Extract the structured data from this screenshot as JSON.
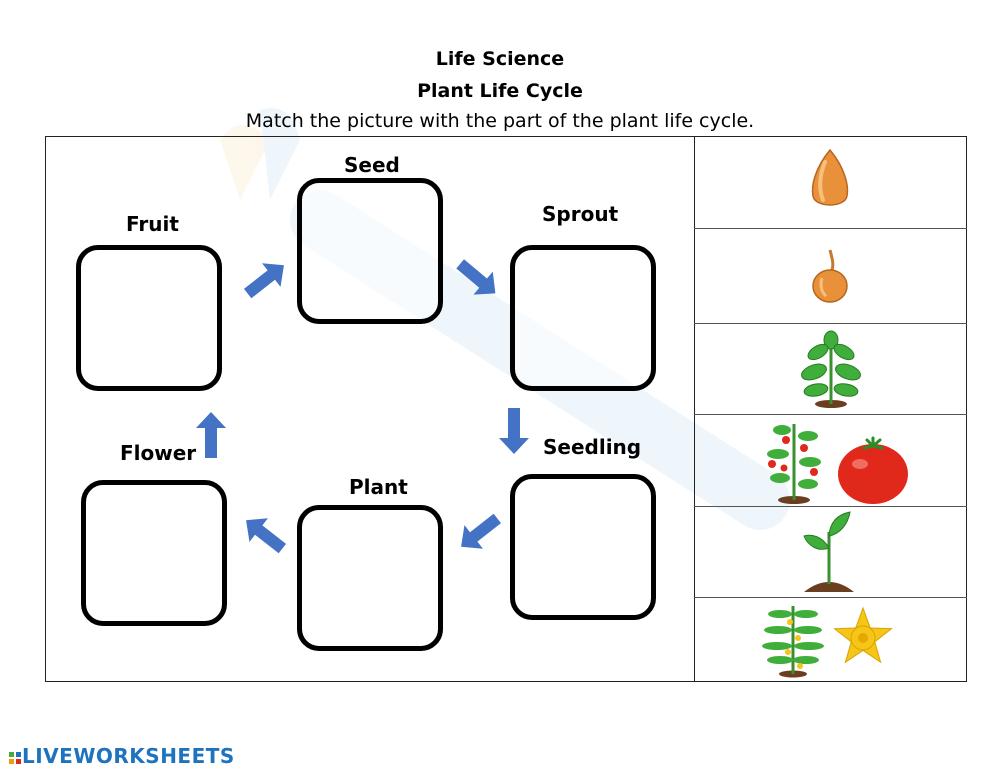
{
  "header": {
    "line1": "Life Science",
    "line2": "Plant Life Cycle",
    "instruction": "Match the picture with the part of the plant life cycle."
  },
  "cycle": {
    "seed": "Seed",
    "sprout": "Sprout",
    "seedling": "Seedling",
    "plant": "Plant",
    "flower": "Flower",
    "fruit": "Fruit"
  },
  "footer": {
    "brand": "LIVEWORKSHEETS"
  },
  "colors": {
    "arrow": "#4472c4",
    "seed": "#e8913a",
    "leaf": "#3fae3a",
    "tomato": "#e0281b",
    "flower": "#f5c518",
    "soil": "#6b3e1f",
    "brand": "#1e73be"
  }
}
